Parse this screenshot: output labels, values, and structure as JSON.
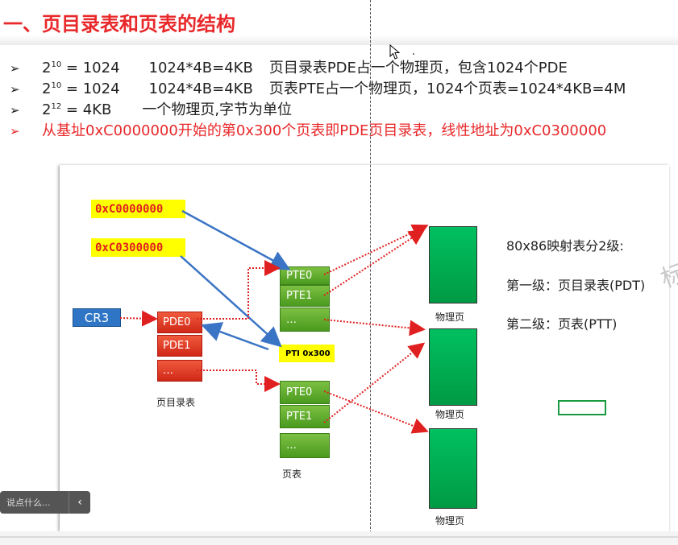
{
  "slide": {
    "title": "一、页目录表和页表的结构",
    "bullets": [
      {
        "marker": "➢",
        "base": "2",
        "exp": "10",
        "eq": " =  1024",
        "calc": "1024*4B=4KB",
        "desc": "页目录表PDE占一个物理页，包含1024个PDE"
      },
      {
        "marker": "➢",
        "base": "2",
        "exp": "10",
        "eq": " =  1024",
        "calc": "1024*4B=4KB",
        "desc": "页表PTE占一个物理页，1024个页表=1024*4KB=4M"
      },
      {
        "marker": "➢",
        "base": "2",
        "exp": "12",
        "eq": "  =  4KB",
        "calc": "",
        "desc": "一个物理页,字节为单位"
      },
      {
        "marker": "➢",
        "text": "从基址0xC0000000开始的第0x300个页表即PDE页目录表，线性地址为0xC0300000"
      }
    ]
  },
  "diagram": {
    "addr1": "0xC0000000",
    "addr2": "0xC0300000",
    "cr3": "CR3",
    "pde": [
      "PDE0",
      "PDE1",
      "…"
    ],
    "pde_caption": "页目录表",
    "pte_top": [
      "PTE0",
      "PTE1",
      "…"
    ],
    "pti_label": "PTI 0x300",
    "pte_bottom": [
      "PTE0",
      "PTE1",
      "…"
    ],
    "pte_caption": "页表",
    "phys_label": "物理页",
    "notes": [
      "80x86映射表分2级:",
      "第一级：页目录表(PDT)",
      "第二级：页表(PTT)"
    ]
  },
  "toast": {
    "placeholder": "说点什么...",
    "chevron": "‹"
  },
  "side_glyph": "标",
  "colors": {
    "title_red": "#e8282a",
    "pde_red": "#e03020",
    "pte_green": "#5aaa2a",
    "phys_green": "#00b050",
    "cr3_blue": "#2e75c5",
    "addr_yellow": "#ffff00",
    "arrow_blue": "#3a74c4",
    "arrow_red": "#e02020"
  }
}
